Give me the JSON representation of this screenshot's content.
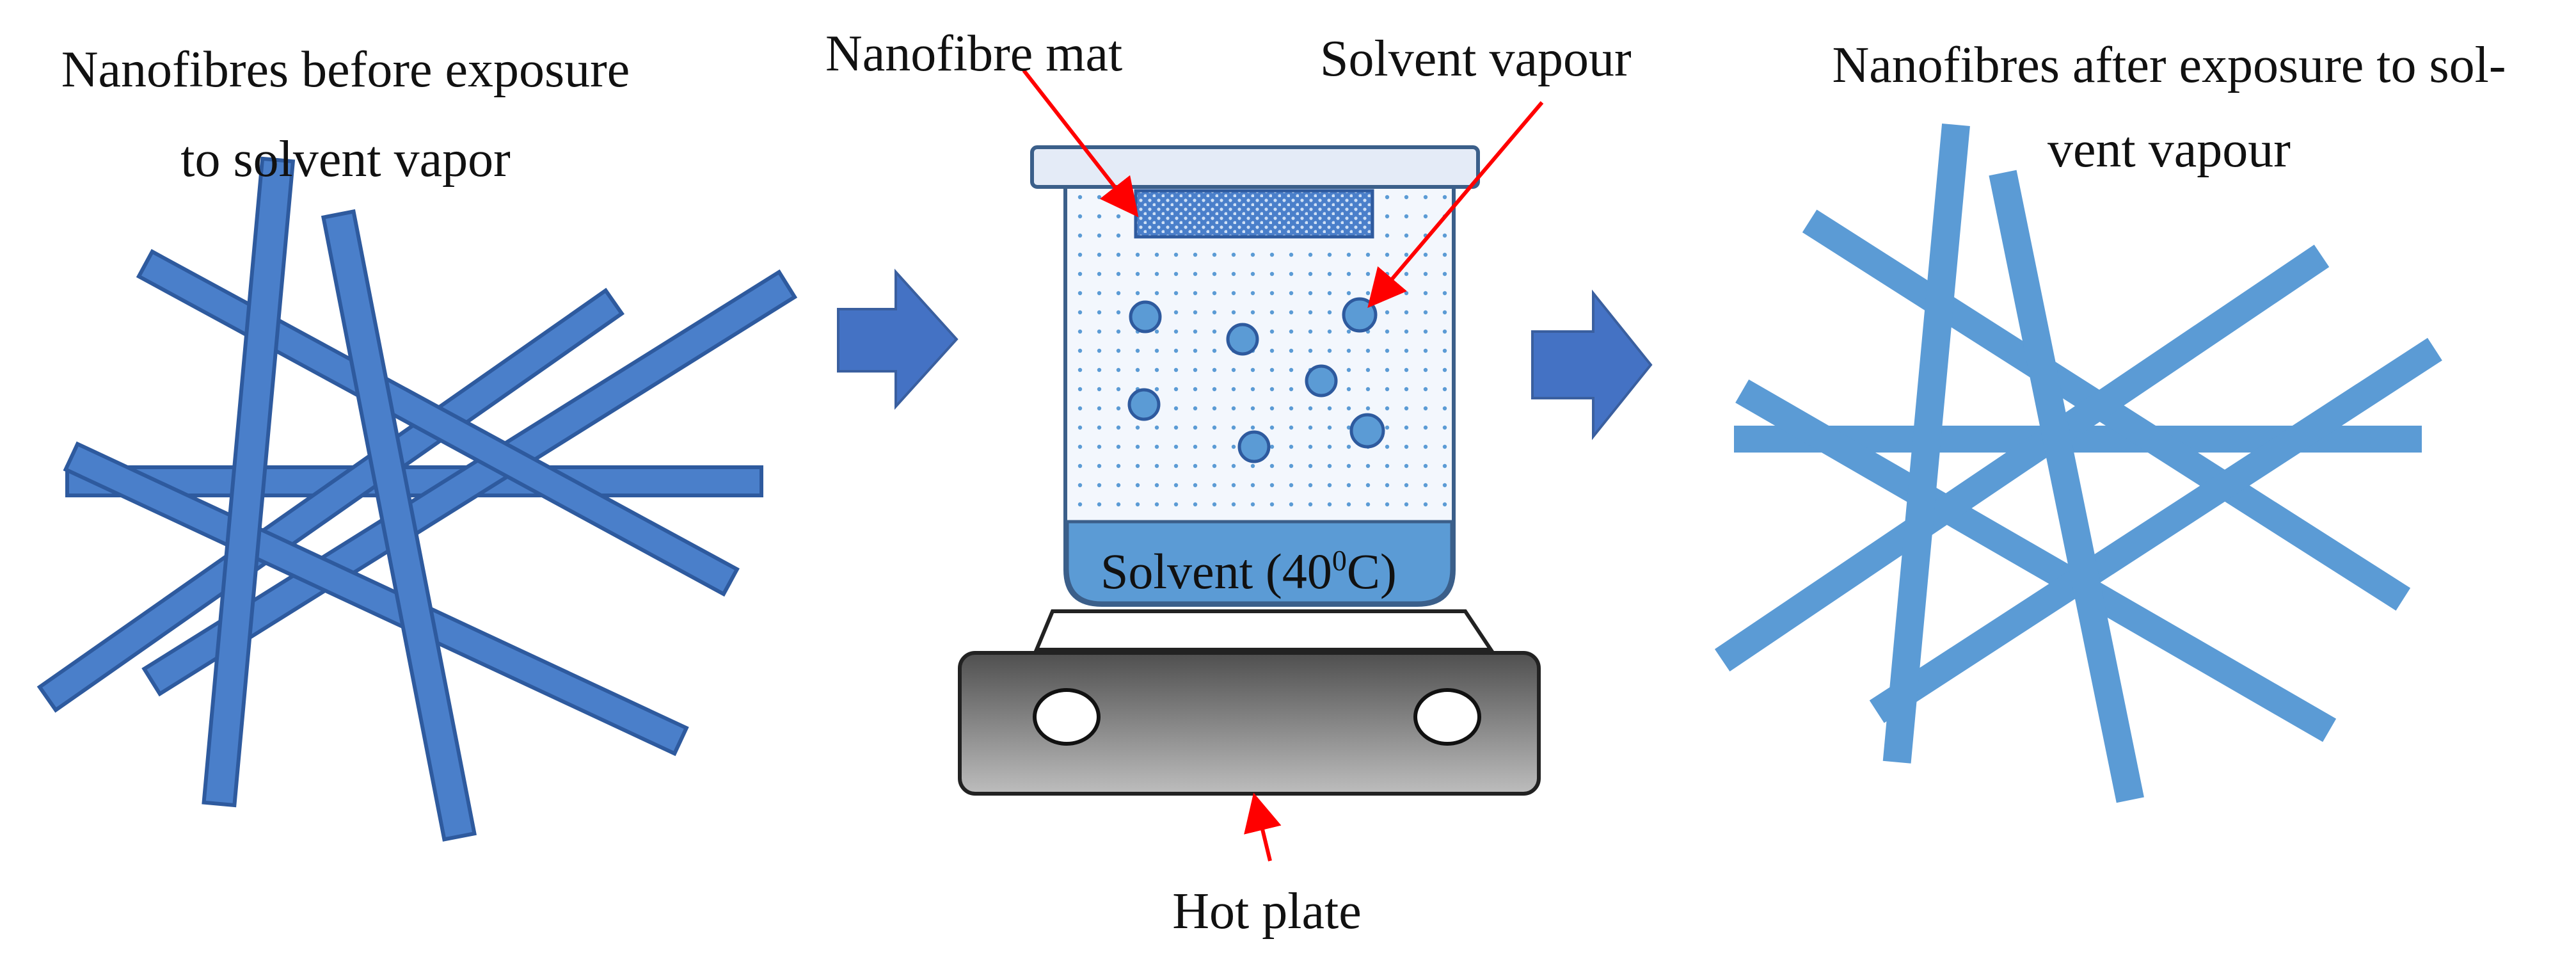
{
  "labels": {
    "before_line1": "Nanofibres before exposure",
    "before_line2": "to solvent vapor",
    "nanofibre_mat": "Nanofibre mat",
    "solvent_vapour": "Solvent vapour",
    "after_line1": "Nanofibres after exposure to sol-",
    "after_line2": "vent vapour",
    "solvent_text": "Solvent (40",
    "solvent_exp": "0",
    "solvent_end": "C)",
    "hot_plate": "Hot plate"
  },
  "colors": {
    "fibre_before": "#4a7fca",
    "fibre_before_edge": "#2e5a9e",
    "fibre_after": "#5b9bd5",
    "arrow_fill": "#4472c4",
    "annotation_arrow": "#ff0000",
    "beaker_bg": "#eef3fb",
    "beaker_edge": "#3b5f8a",
    "solvent_fill": "#5b9bd5",
    "hotplate_top": "#555555",
    "hotplate_bottom": "#b5b5b5"
  }
}
